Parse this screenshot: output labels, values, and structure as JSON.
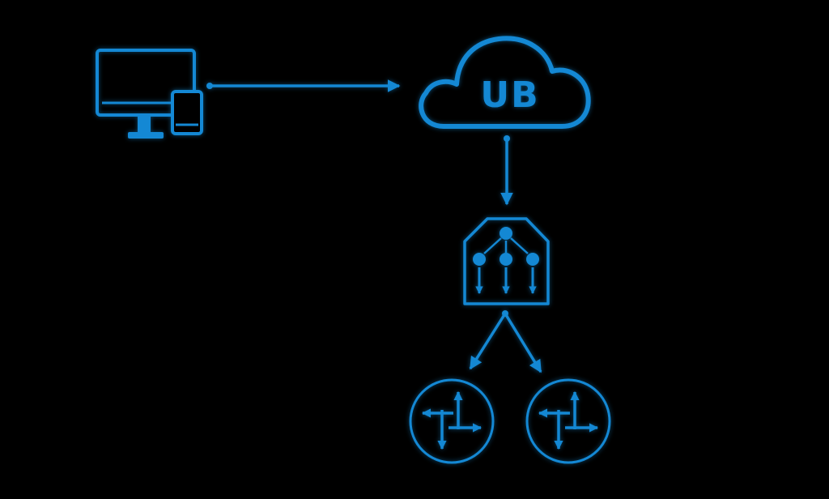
{
  "diagram": {
    "cloud": {
      "label": "UB"
    },
    "nodes": [
      {
        "id": "devices",
        "icon": "devices-icon"
      },
      {
        "id": "cloud",
        "icon": "cloud-icon"
      },
      {
        "id": "load-balancer",
        "icon": "load-balancer-icon"
      },
      {
        "id": "router-left",
        "icon": "router-icon"
      },
      {
        "id": "router-right",
        "icon": "router-icon"
      }
    ],
    "edges": [
      {
        "from": "devices",
        "to": "cloud"
      },
      {
        "from": "cloud",
        "to": "load-balancer"
      },
      {
        "from": "load-balancer",
        "to": "router-left"
      },
      {
        "from": "load-balancer",
        "to": "router-right"
      }
    ]
  },
  "colors": {
    "background": "#000000",
    "accent": "#1488d4"
  }
}
